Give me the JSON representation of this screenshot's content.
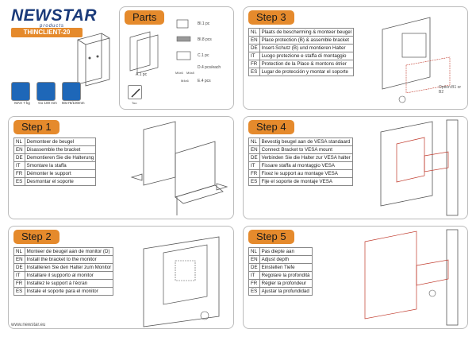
{
  "brand": {
    "name": "NEWSTAR",
    "sub": "products"
  },
  "model": "THINCLIENT-20",
  "specs": [
    {
      "icon": "weight-icon",
      "label": "MAX 7 kg"
    },
    {
      "icon": "vesa-small-icon",
      "label": "Go 100 mm"
    },
    {
      "icon": "vesa-large-icon",
      "label": "60x75/100mm"
    }
  ],
  "parts": {
    "title": "Parts",
    "items": [
      {
        "label": "Bl.1 pc"
      },
      {
        "label": "Bl.8 pcs"
      },
      {
        "label": "C.1 pc"
      },
      {
        "label": "D.4 pcs/each"
      },
      {
        "label": "E.4 pcs"
      }
    ],
    "small_labels": [
      "M4x6",
      "M4x8",
      "M4x6"
    ],
    "a_label": "A.1 pc",
    "tool_label": "Too"
  },
  "steps": [
    {
      "title": "Step 1",
      "rows": [
        [
          "NL",
          "Demonteer de beugel"
        ],
        [
          "EN",
          "Disassemble the bracket"
        ],
        [
          "DE",
          "Demontieren Sie die Halterung"
        ],
        [
          "IT",
          "Smontare la staffa"
        ],
        [
          "FR",
          "Démonter le support"
        ],
        [
          "ES",
          "Desmontar el soporte"
        ]
      ]
    },
    {
      "title": "Step 2",
      "rows": [
        [
          "NL",
          "Monteer de beugel aan de monitor (D)"
        ],
        [
          "EN",
          "Install the bracket to the monitor"
        ],
        [
          "DE",
          "Installieren Sie den Halter zum Monitor"
        ],
        [
          "IT",
          "Installare il supporto al monitor"
        ],
        [
          "FR",
          "Installez le support à l'écran"
        ],
        [
          "ES",
          "Instale el soporte para el monitor"
        ]
      ]
    },
    {
      "title": "Step 3",
      "rows": [
        [
          "NL",
          "Plaats de bescherming & monteer beugel"
        ],
        [
          "EN",
          "Place protection (B) & assemble bracket"
        ],
        [
          "DE",
          "Insert-Schutz (B) und montieren Halter"
        ],
        [
          "IT",
          "Luogo protezione e staffa di montaggio"
        ],
        [
          "FR",
          "Protection de la Place & montons étrier"
        ],
        [
          "ES",
          "Lugar de protección y montar el soporte"
        ]
      ],
      "option": "Option:B1 or B2"
    },
    {
      "title": "Step 4",
      "rows": [
        [
          "NL",
          "Bevestig beugel aan de VESA standaard"
        ],
        [
          "EN",
          "Connect Bracket to VESA mount"
        ],
        [
          "DE",
          "Verbinden Sie die Halter zur VESA halter"
        ],
        [
          "IT",
          "Fissare staffa al montaggio VESA"
        ],
        [
          "FR",
          "Fixez le support au montage VESA"
        ],
        [
          "ES",
          "Fije el soporte de montaje VESA"
        ]
      ]
    },
    {
      "title": "Step 5",
      "rows": [
        [
          "NL",
          "Pas diepte aan"
        ],
        [
          "EN",
          "Adjust depth"
        ],
        [
          "DE",
          "Einstellen Tiefe"
        ],
        [
          "IT",
          "Regolare la profondità"
        ],
        [
          "FR",
          "Régler la profondeur"
        ],
        [
          "ES",
          "Ajustar la profundidad"
        ]
      ]
    }
  ],
  "footer": "www.newstar.eu",
  "colors": {
    "accent": "#e58a2c",
    "brand": "#1a3a7a",
    "icon_blue": "#1e67b8"
  }
}
